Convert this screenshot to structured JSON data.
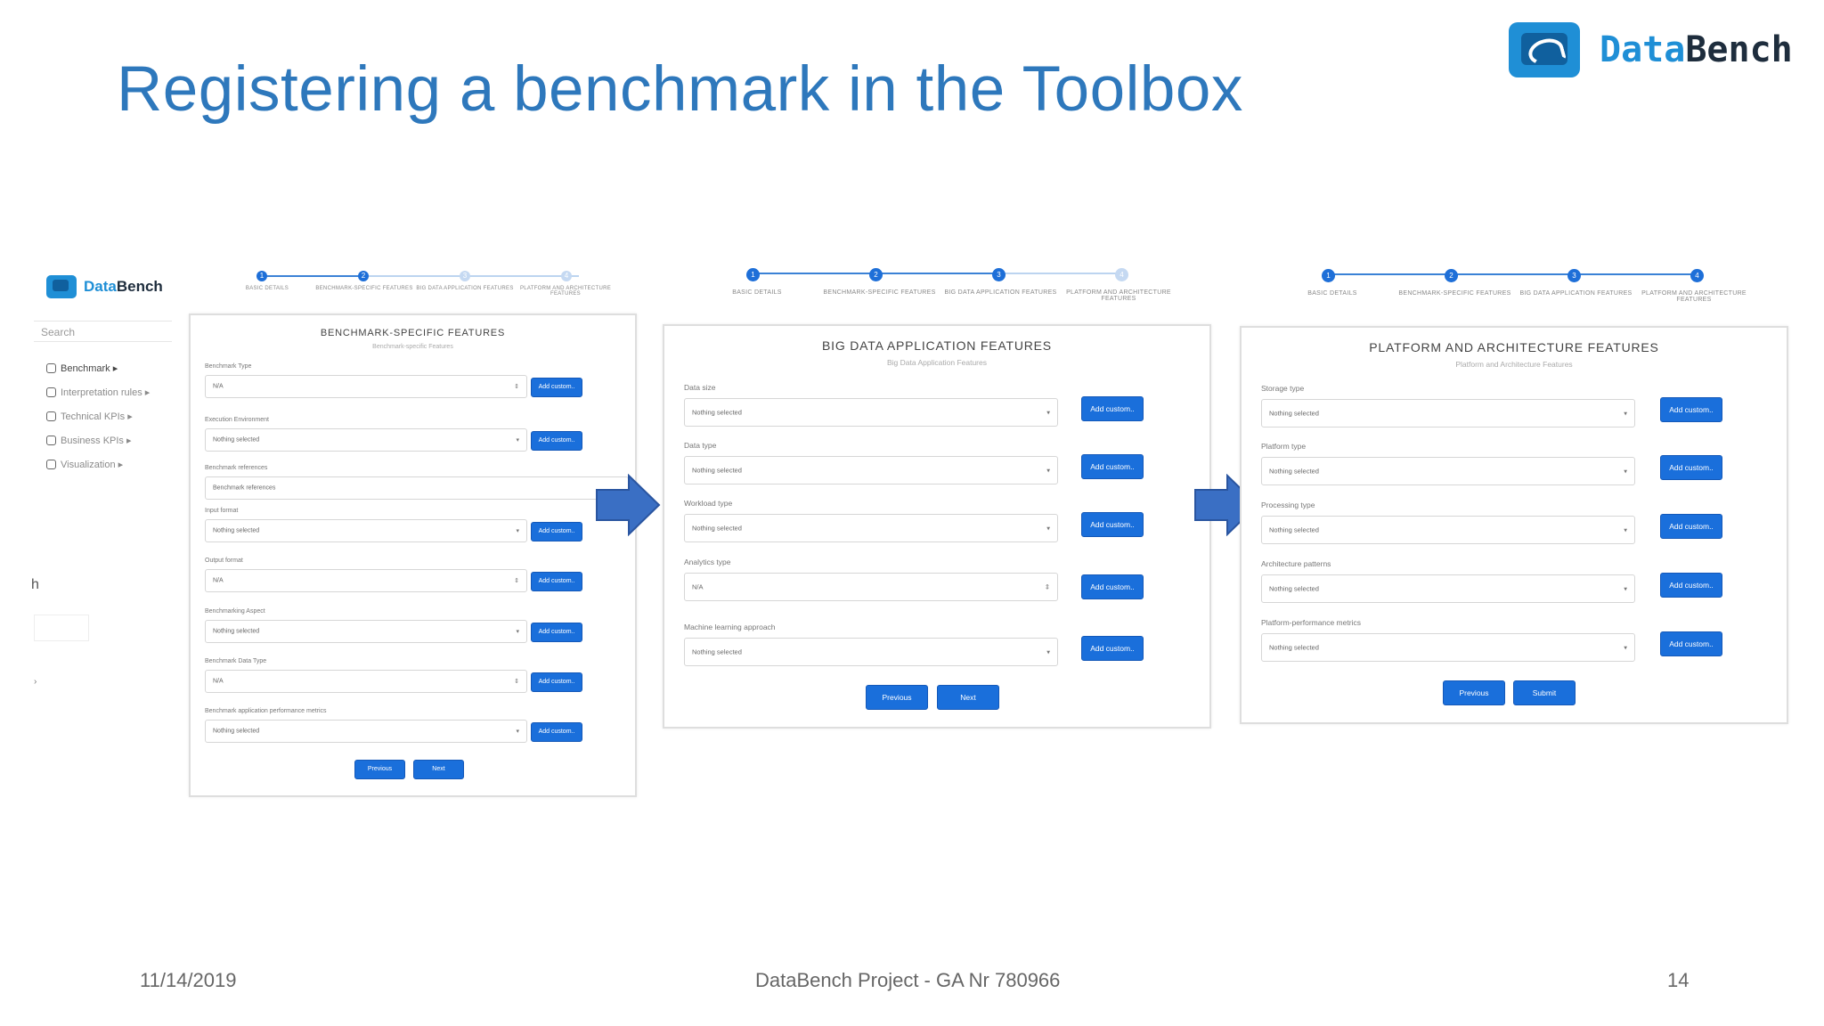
{
  "slide": {
    "title": "Registering a benchmark in the Toolbox",
    "logo_text_a": "Data",
    "logo_text_b": "Bench",
    "footer_date": "11/14/2019",
    "footer_center": "DataBench Project - GA Nr 780966",
    "page_number": "14",
    "title_color": "#2e78bc"
  },
  "sidebar": {
    "logo_a": "Data",
    "logo_b": "Bench",
    "search_placeholder": "Search",
    "items": [
      {
        "label": "Benchmark ▸",
        "icon": "home-icon"
      },
      {
        "label": "Interpretation rules ▸",
        "icon": "document-icon"
      },
      {
        "label": "Technical KPIs ▸",
        "icon": "database-icon"
      },
      {
        "label": "Business KPIs ▸",
        "icon": "users-icon"
      },
      {
        "label": "Visualization ▸",
        "icon": "chart-icon"
      }
    ],
    "fragment_text": "h",
    "fragment_dot": "›"
  },
  "steps": [
    "Basic details",
    "Benchmark-specific features",
    "Big data application features",
    "Platform and architecture features"
  ],
  "panel1": {
    "title": "Benchmark-specific features",
    "subtitle": "Benchmark-specific Features",
    "fields": [
      {
        "label": "Benchmark Type",
        "value": "N/A",
        "caret": "⇕",
        "add": "Add custom.."
      },
      {
        "label": "Execution Environment",
        "value": "Nothing selected",
        "caret": "▾",
        "add": "Add custom.."
      },
      {
        "label": "Benchmark references",
        "value": "Benchmark references",
        "caret": "",
        "add": ""
      },
      {
        "label": "Input format",
        "value": "Nothing selected",
        "caret": "▾",
        "add": "Add custom.."
      },
      {
        "label": "Output format",
        "value": "N/A",
        "caret": "⇕",
        "add": "Add custom.."
      },
      {
        "label": "Benchmarking Aspect",
        "value": "Nothing selected",
        "caret": "▾",
        "add": "Add custom.."
      },
      {
        "label": "Benchmark Data Type",
        "value": "N/A",
        "caret": "⇕",
        "add": "Add custom.."
      },
      {
        "label": "Benchmark application performance metrics",
        "value": "Nothing selected",
        "caret": "▾",
        "add": "Add custom.."
      }
    ],
    "prev": "Previous",
    "next": "Next"
  },
  "panel2": {
    "title": "Big data application features",
    "subtitle": "Big Data Application Features",
    "fields": [
      {
        "label": "Data size",
        "value": "Nothing selected",
        "caret": "▾",
        "add": "Add custom.."
      },
      {
        "label": "Data type",
        "value": "Nothing selected",
        "caret": "▾",
        "add": "Add custom.."
      },
      {
        "label": "Workload type",
        "value": "Nothing selected",
        "caret": "▾",
        "add": "Add custom.."
      },
      {
        "label": "Analytics type",
        "value": "N/A",
        "caret": "⇕",
        "add": "Add custom.."
      },
      {
        "label": "Machine learning approach",
        "value": "Nothing selected",
        "caret": "▾",
        "add": "Add custom.."
      }
    ],
    "prev": "Previous",
    "next": "Next"
  },
  "panel3": {
    "title": "Platform and architecture features",
    "subtitle": "Platform and Architecture Features",
    "fields": [
      {
        "label": "Storage type",
        "value": "Nothing selected",
        "caret": "▾",
        "add": "Add custom.."
      },
      {
        "label": "Platform type",
        "value": "Nothing selected",
        "caret": "▾",
        "add": "Add custom.."
      },
      {
        "label": "Processing type",
        "value": "Nothing selected",
        "caret": "▾",
        "add": "Add custom.."
      },
      {
        "label": "Architecture patterns",
        "value": "Nothing selected",
        "caret": "▾",
        "add": "Add custom.."
      },
      {
        "label": "Platform-performance metrics",
        "value": "Nothing selected",
        "caret": "▾",
        "add": "Add custom.."
      }
    ],
    "prev": "Previous",
    "submit": "Submit"
  },
  "colors": {
    "accent": "#1a6fdb",
    "arrow": "#3a6fc4"
  }
}
